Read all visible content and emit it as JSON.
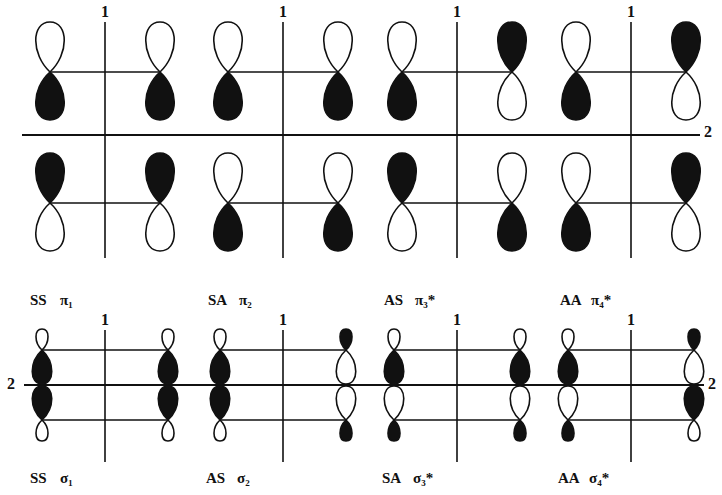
{
  "diagram": {
    "labels": [
      "1",
      "1",
      "1",
      "1",
      "2",
      "SS",
      "π₁",
      "SA",
      "π₂",
      "AS",
      "π₃*",
      "AA",
      "π₄*",
      "1",
      "1",
      "1",
      "1",
      "2",
      "2",
      "SS",
      "σ₁",
      "AS",
      "σ₂",
      "SA",
      "σ₃*",
      "AA",
      "σ₄*"
    ]
  }
}
